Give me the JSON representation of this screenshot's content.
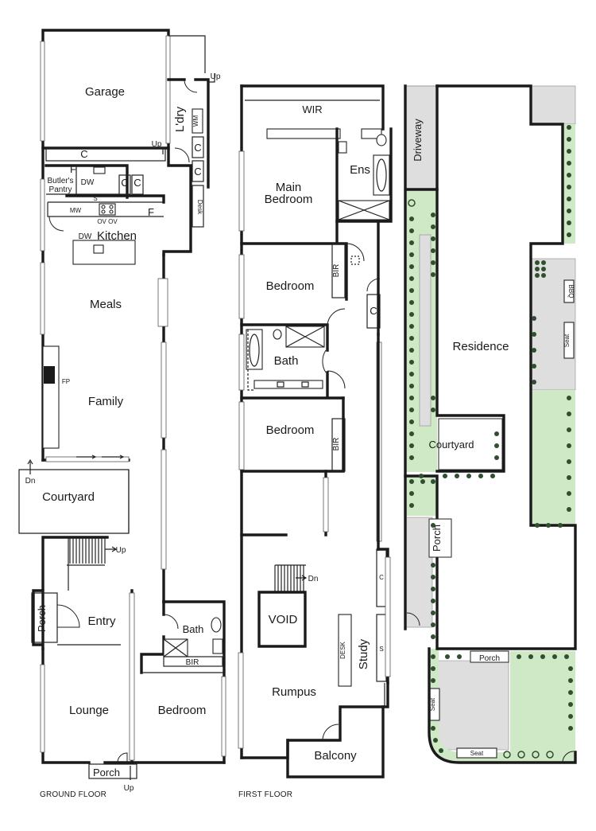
{
  "ground_floor": {
    "caption": "GROUND FLOOR",
    "rooms": {
      "garage": "Garage",
      "laundry": "L'dry",
      "up_laundry": "Up",
      "up_garage": "Up",
      "wm": "WM",
      "c_garage": "C",
      "c1": "C",
      "c2": "C",
      "c3": "C",
      "c4": "C",
      "f1": "F",
      "f2": "F",
      "butlers_pantry": "Butler's",
      "butlers_pantry2": "Pantry",
      "dw1": "DW",
      "s": "S",
      "mw": "MW",
      "ov": "OV OV",
      "dw2": "DW",
      "kitchen": "Kitchen",
      "desk": "Desk",
      "meals": "Meals",
      "fp": "FP",
      "family": "Family",
      "dn": "Dn",
      "courtyard": "Courtyard",
      "up_stairs": "Up",
      "porch_side": "Porch",
      "entry": "Entry",
      "bath": "Bath",
      "bir": "BIR",
      "lounge": "Lounge",
      "bedroom": "Bedroom",
      "porch_front": "Porch",
      "up_front": "Up"
    }
  },
  "first_floor": {
    "caption": "FIRST FLOOR",
    "rooms": {
      "wir": "WIR",
      "ens": "Ens",
      "main_bedroom": "Main",
      "main_bedroom2": "Bedroom",
      "bedroom1": "Bedroom",
      "bir1": "BIR",
      "c": "C",
      "bath": "Bath",
      "bedroom2": "Bedroom",
      "bir2": "BIR",
      "dn": "Dn",
      "void": "VOID",
      "c_study": "C",
      "desk": "DESK",
      "study": "Study",
      "s": "S",
      "rumpus": "Rumpus",
      "balcony": "Balcony"
    }
  },
  "site_plan": {
    "driveway": "Driveway",
    "residence": "Residence",
    "bbq": "BBQ",
    "seat_right": "Seat",
    "courtyard": "Courtyard",
    "porch_side": "Porch",
    "porch_front": "Porch",
    "seat_left": "Seat",
    "seat_bottom": "Seat"
  },
  "colors": {
    "lawn": "#cfe8c6",
    "paving": "#dedede",
    "walls": "#1a1a1a",
    "hedge": "#3c6b3c"
  }
}
